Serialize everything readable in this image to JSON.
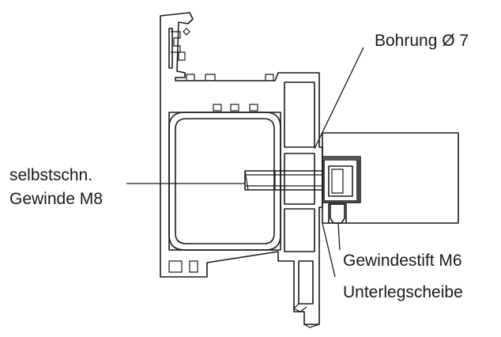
{
  "labels": {
    "bohrung": "Bohrung Ø 7",
    "gewinde_line1": "selbstschn.",
    "gewinde_line2": "Gewinde M8",
    "gewindestift": "Gewindestift M6",
    "unterlegscheibe": "Unterlegscheibe"
  },
  "colors": {
    "ink": "#1a1a1a",
    "background": "#ffffff"
  }
}
